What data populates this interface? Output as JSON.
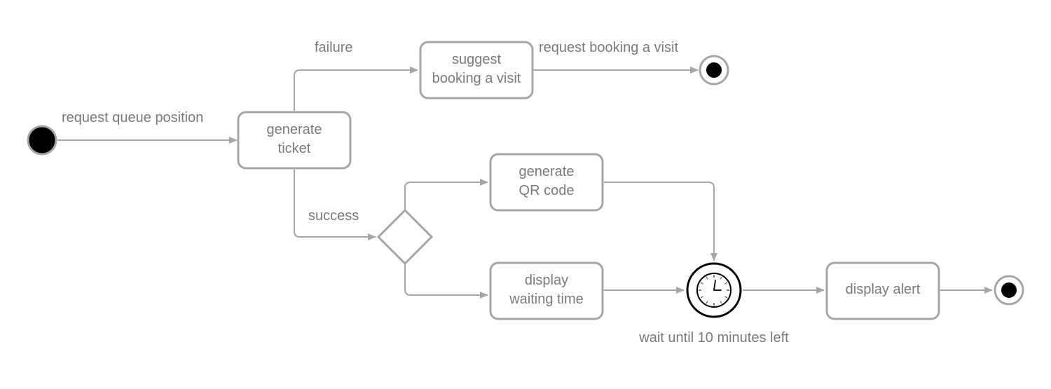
{
  "colors": {
    "line": "#a6a6a6",
    "text": "#7a7a7a",
    "node_fill": "#000000"
  },
  "nodes": {
    "generate_ticket": {
      "line1": "generate",
      "line2": "ticket"
    },
    "suggest_booking": {
      "line1": "suggest",
      "line2": "booking a visit"
    },
    "generate_qr": {
      "line1": "generate",
      "line2": "QR code"
    },
    "display_waiting": {
      "line1": "display",
      "line2": "waiting time"
    },
    "display_alert": {
      "label": "display alert"
    },
    "timer": {
      "icon": "clock-icon",
      "label": "wait until 10 minutes left"
    }
  },
  "edges": {
    "request_queue": "request queue position",
    "failure": "failure",
    "success": "success",
    "request_booking": "request booking a visit"
  }
}
